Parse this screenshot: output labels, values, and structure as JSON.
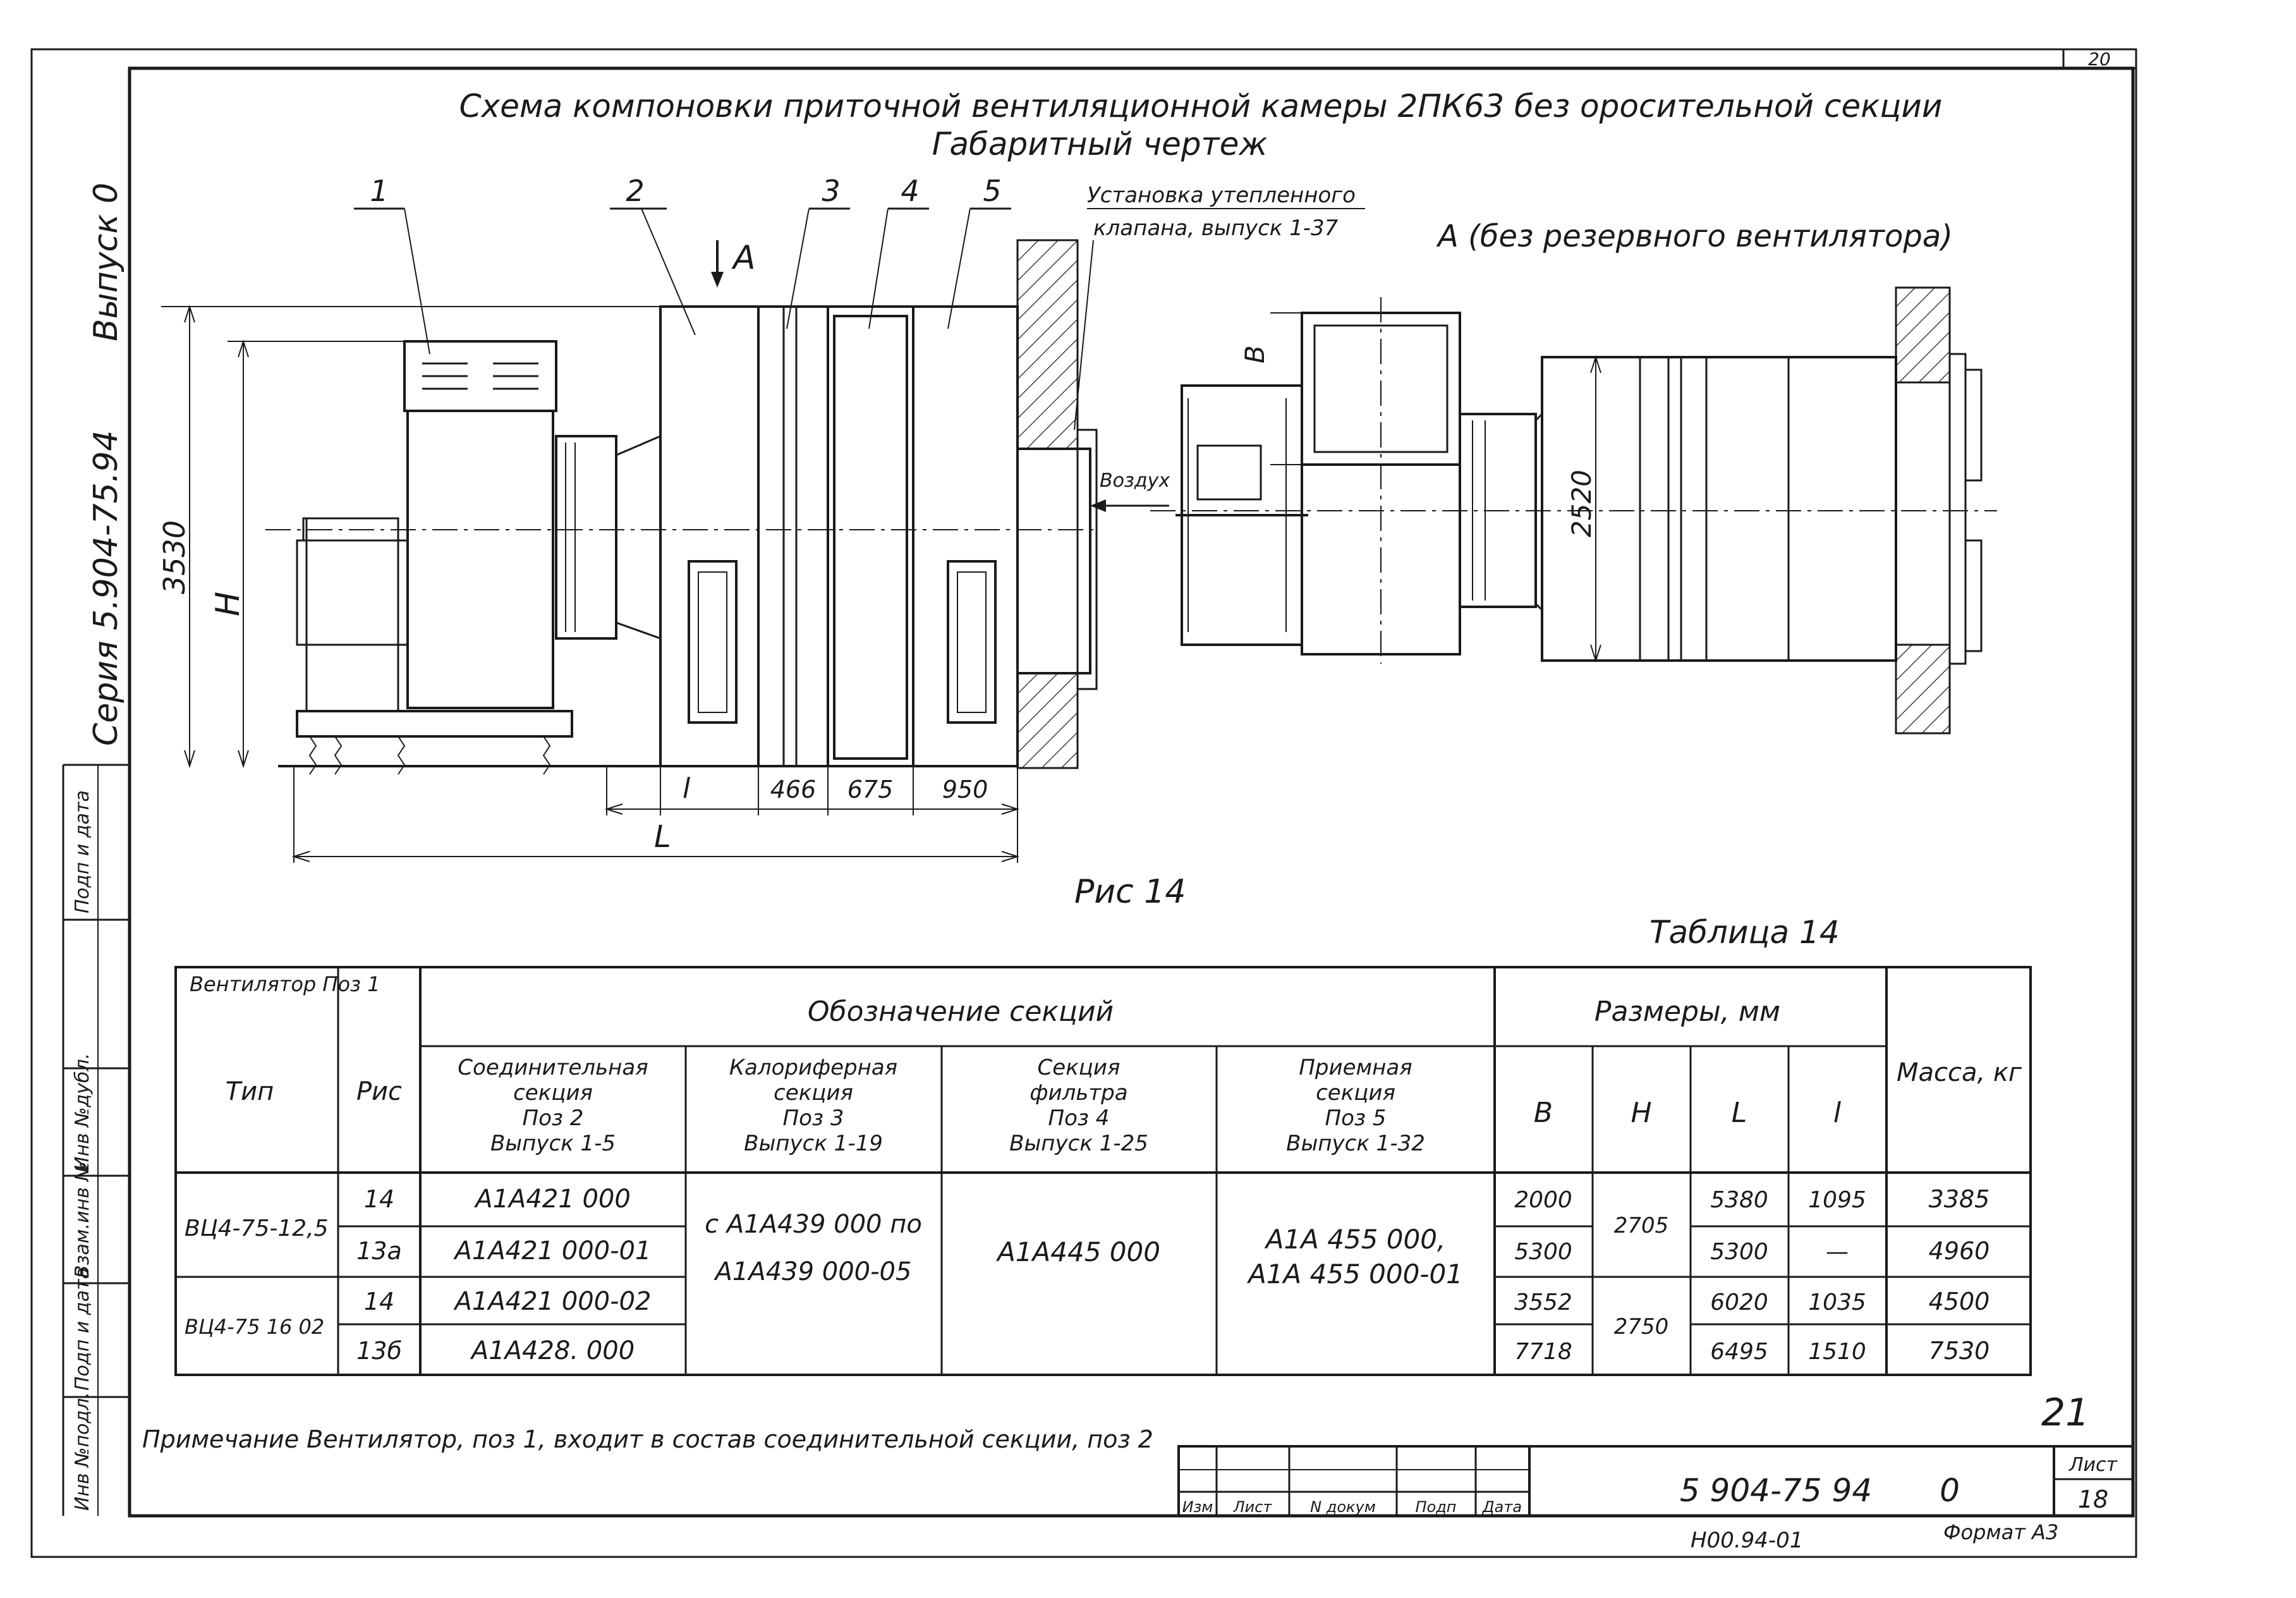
{
  "sheet_number_top": "20",
  "sidebar": {
    "vypusk": "Выпуск 0",
    "series": "Серия 5.904-75.94",
    "stamp_cells": [
      "Инв №подл.",
      "Подп и дата",
      "Взам.инв №",
      "Инв №дубл.",
      "Подп и дата"
    ]
  },
  "title": {
    "line1": "Схема компоновки приточной вентиляционной камеры 2ПК63 без оросительной секции",
    "line2": "Габаритный чертеж"
  },
  "drawing": {
    "positions": [
      "1",
      "2",
      "3",
      "4",
      "5"
    ],
    "view_arrow": "А",
    "valve_note_line1": "Установка утепленного",
    "valve_note_line2": "клапана, выпуск 1-37",
    "view_title": "А (без резервного вентилятора)",
    "dims": {
      "d3530": "3530",
      "H": "H",
      "l": "l",
      "L": "L",
      "d466": "466",
      "d675": "675",
      "d950": "950",
      "d2520": "2520",
      "B": "B",
      "air": "Воздух"
    },
    "figure_caption": "Рис 14"
  },
  "table": {
    "caption": "Таблица 14",
    "headers": {
      "fan": "Вентилятор Поз 1",
      "fan_type": "Тип",
      "fig": "Рис",
      "designation": "Обозначение секций",
      "sec2": [
        "Соединительная",
        "секция",
        "Поз 2",
        "Выпуск 1-5"
      ],
      "sec3": [
        "Калориферная",
        "секция",
        "Поз 3",
        "Выпуск 1-19"
      ],
      "sec4": [
        "Секция",
        "фильтра",
        "Поз 4",
        "Выпуск 1-25"
      ],
      "sec5": [
        "Приемная",
        "секция",
        "Поз 5",
        "Выпуск 1-32"
      ],
      "sizes": "Размеры, мм",
      "B": "B",
      "H": "H",
      "L": "L",
      "l": "l",
      "mass": "Масса, кг"
    },
    "types": [
      "ВЦ4-75-12,5",
      "ВЦ4-75 16 02"
    ],
    "rows": [
      {
        "fig": "14",
        "sec2": "А1А421 000",
        "B": "2000",
        "L": "5380",
        "l": "1095",
        "mass": "3385"
      },
      {
        "fig": "13а",
        "sec2": "А1А421 000-01",
        "B": "5300",
        "L": "5300",
        "l": "—",
        "mass": "4960"
      },
      {
        "fig": "14",
        "sec2": "А1А421 000-02",
        "B": "3552",
        "L": "6020",
        "l": "1035",
        "mass": "4500"
      },
      {
        "fig": "13б",
        "sec2": "А1А428. 000",
        "B": "7718",
        "L": "6495",
        "l": "1510",
        "mass": "7530"
      }
    ],
    "H_values": [
      "2705",
      "2750"
    ],
    "sec3_line1": "с А1А439 000 по",
    "sec3_line2": "А1А439 000-05",
    "sec4": "А1А445 000",
    "sec5_line1": "А1А 455 000,",
    "sec5_line2": "А1А 455 000-01"
  },
  "note": "Примечание Вентилятор, поз 1, входит в состав соединительной секции, поз 2",
  "handwritten_number": "21",
  "title_block": {
    "cols": [
      "Изм",
      "Лист",
      "N докум",
      "Подп",
      "Дата"
    ],
    "doc_code": "5 904-75 94",
    "issue": "0",
    "sheet_label": "Лист",
    "sheet_no": "18",
    "inv_code": "Н00.94-01",
    "format": "Формат А3"
  }
}
